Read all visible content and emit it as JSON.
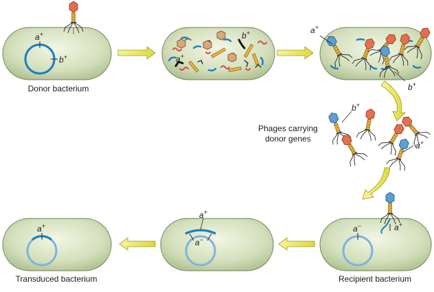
{
  "labels": {
    "donor": "Donor bacterium",
    "phages_line1": "Phages carrying",
    "phages_line2": "donor genes",
    "recipient": "Recipient bacterium",
    "transduced": "Transduced bacterium"
  },
  "alleles": {
    "a": "a",
    "b": "b",
    "plus": "+",
    "minus": "−"
  },
  "colors": {
    "cell_fill": "#cfdcb4",
    "cell_stroke": "#6f7e58",
    "chromosome_donor": "#1a7fc1",
    "chromosome_recipient": "#7fb3dd",
    "arrow": "#e9e64a",
    "phage_head": "#e36f4f",
    "phage_tail": "#e9b13a"
  }
}
